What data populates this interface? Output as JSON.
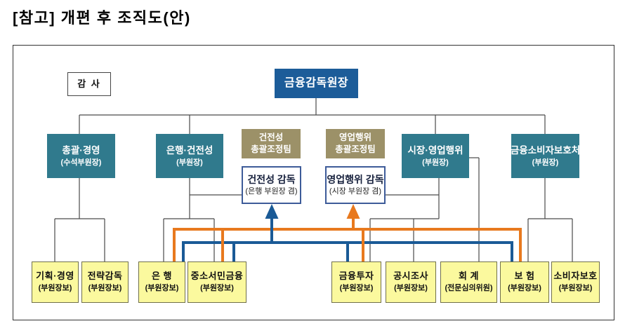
{
  "title": "[참고] 개편 후 조직도(안)",
  "colors": {
    "navy": "#1C5C99",
    "teal": "#307A8D",
    "olive": "#9C9168",
    "yellow": "#FBF99E",
    "yellowborder": "#70704a",
    "supborder": "#3D5B99",
    "blue": "#1A5A96",
    "orange": "#E8791E"
  },
  "org": {
    "auditor": {
      "label": "감 사"
    },
    "governor": {
      "label": "금융감독원장"
    },
    "deputies": [
      {
        "line1": "총괄·경영",
        "line2": "(수석부원장)"
      },
      {
        "line1": "은행·건전성",
        "line2": "(부원장)"
      },
      {
        "line1": "시장·영업행위",
        "line2": "(부원장)"
      },
      {
        "line1": "금융소비자보호처",
        "line2": "(부원장)"
      }
    ],
    "teams": [
      {
        "line1": "건전성",
        "line2": "총괄조정팀"
      },
      {
        "line1": "영업행위",
        "line2": "총괄조정팀"
      }
    ],
    "supervisors": [
      {
        "line1": "건전성 감독",
        "line2": "(은행 부원장 겸)"
      },
      {
        "line1": "영업행위 감독",
        "line2": "(시장 부원장 겸)"
      }
    ],
    "departments": [
      {
        "line1": "기획·경영",
        "line2": "(부원장보)"
      },
      {
        "line1": "전략감독",
        "line2": "(부원장보)"
      },
      {
        "line1": "은 행",
        "line2": "(부원장보)"
      },
      {
        "line1": "중소서민금융",
        "line2": "(부원장보)"
      },
      {
        "line1": "금융투자",
        "line2": "(부원장보)"
      },
      {
        "line1": "공시조사",
        "line2": "(부원장보)"
      },
      {
        "line1": "회 계",
        "line2": "(전문심의위원)"
      },
      {
        "line1": "보 험",
        "line2": "(부원장보)"
      },
      {
        "line1": "소비자보호",
        "line2": "(부원장보)"
      }
    ]
  }
}
